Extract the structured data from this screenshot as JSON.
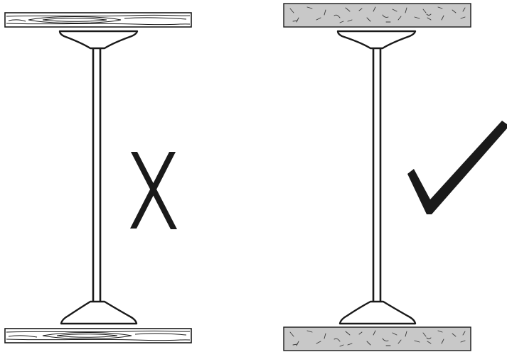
{
  "panels": [
    {
      "id": "left",
      "plate_material": "wood",
      "verdict": "incorrect",
      "mark_icon": "x-mark-icon",
      "mark_color": "#1a1a1a"
    },
    {
      "id": "right",
      "plate_material": "concrete",
      "verdict": "correct",
      "mark_icon": "check-mark-icon",
      "mark_color": "#1a1a1a"
    }
  ],
  "colors": {
    "line": "#1a1a1a",
    "wood_fill": "#ffffff",
    "concrete_fill": "#c8c8c8",
    "background": "#ffffff"
  }
}
